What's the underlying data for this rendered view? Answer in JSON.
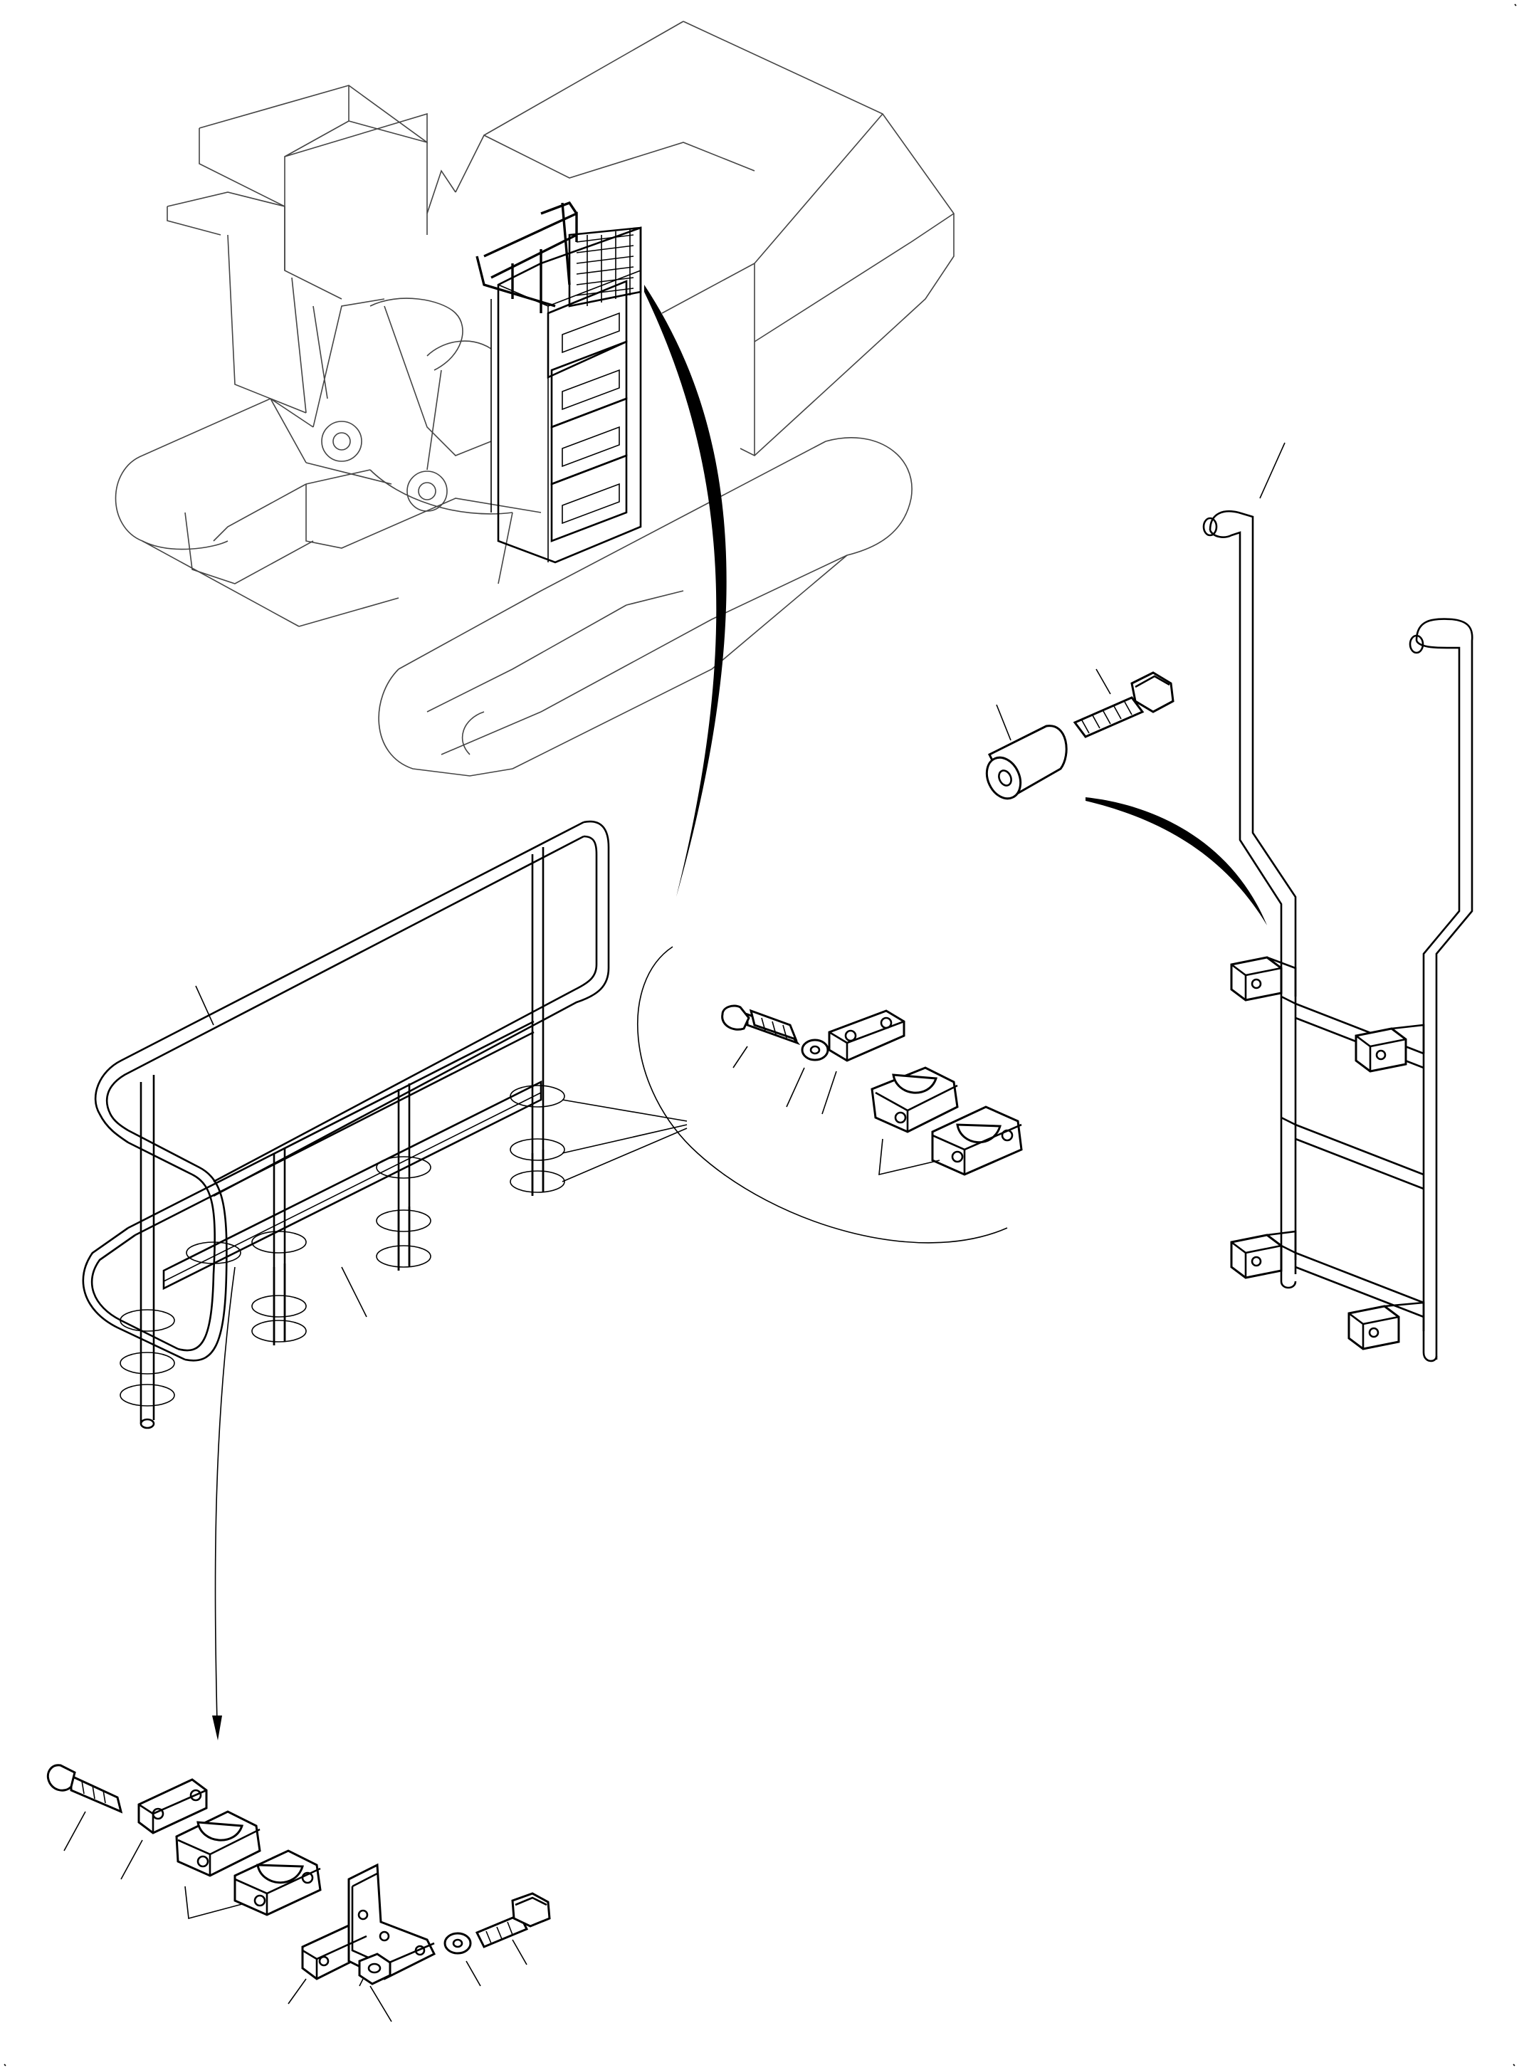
{
  "figure": {
    "description_free": true,
    "theme": {
      "line": "#000000",
      "background": "#ffffff",
      "machine_outline": "#555555"
    },
    "assemblies": [
      {
        "id": "machine",
        "icon": "excavator-outline"
      },
      {
        "id": "handrail",
        "icon": "handrail-frame"
      },
      {
        "id": "ladder",
        "icon": "ladder-frame"
      },
      {
        "id": "clamp-kit-detail",
        "icon": "clamp-parts"
      },
      {
        "id": "bracket-kit-detail",
        "icon": "bracket-parts"
      },
      {
        "id": "spacer-kit-detail",
        "icon": "spacer-bolt"
      }
    ]
  }
}
